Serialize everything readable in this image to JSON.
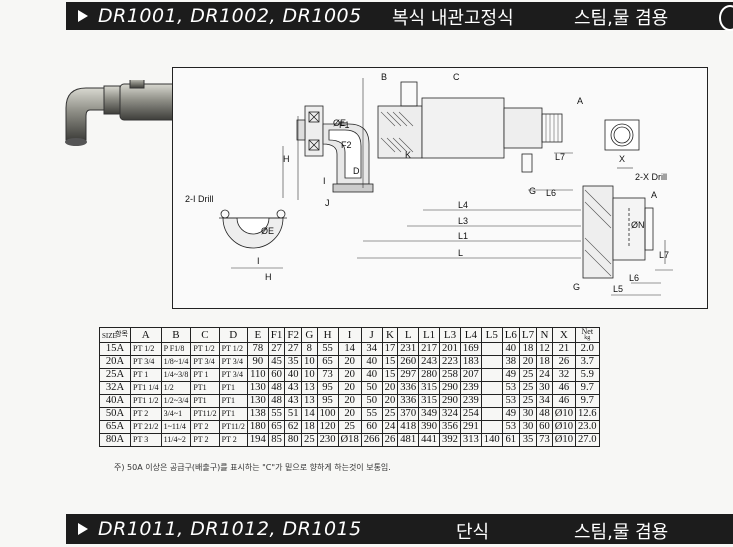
{
  "header": {
    "models": "DR1001, DR1002, DR1005",
    "type": "복식 내관고정식",
    "use": "스팀,물 겸용"
  },
  "footer_band": {
    "models": "DR1011, DR1012, DR1015",
    "type": "단식",
    "use": "스팀,물 겸용"
  },
  "drawing_labels": {
    "B": "B",
    "C": "C",
    "A": "A",
    "F1": "F1",
    "F2": "F2",
    "E": "ØE",
    "H": "H",
    "I": "I",
    "J": "J",
    "K": "K",
    "D": "D",
    "G": "G",
    "L6": "L6",
    "L7": "L7",
    "X": "X",
    "L4": "L4",
    "L3": "L3",
    "L1": "L1",
    "L": "L",
    "L5": "L5",
    "N": "ØN",
    "drill_i": "2-I Drill",
    "drill_x": "2-X Drill"
  },
  "table": {
    "size_label": "SIZE",
    "item_label": "항목",
    "columns": [
      "A",
      "B",
      "C",
      "D",
      "E",
      "F1",
      "F2",
      "G",
      "H",
      "I",
      "J",
      "K",
      "L",
      "L1",
      "L3",
      "L4",
      "L5",
      "L6",
      "L7",
      "N",
      "X"
    ],
    "net_label": "Net",
    "net_unit": "kg",
    "rows": [
      {
        "size": "15A",
        "A": "PT 1/2",
        "B": "P F1/8",
        "C": "PT 1/2",
        "D": "PT 1/2",
        "E": "78",
        "F1": "27",
        "F2": "27",
        "G": "8",
        "H": "55",
        "I": "14",
        "J": "34",
        "K": "17",
        "L": "231",
        "L1": "217",
        "L3": "201",
        "L4": "169",
        "L5": "",
        "L6": "40",
        "L7": "18",
        "N": "12",
        "X": "21",
        "Net": "2.0"
      },
      {
        "size": "20A",
        "A": "PT 3/4",
        "B": "1/8~1/4",
        "C": "PT 3/4",
        "D": "PT 3/4",
        "E": "90",
        "F1": "45",
        "F2": "35",
        "G": "10",
        "H": "65",
        "I": "20",
        "J": "40",
        "K": "15",
        "L": "260",
        "L1": "243",
        "L3": "223",
        "L4": "183",
        "L5": "",
        "L6": "38",
        "L7": "20",
        "N": "18",
        "X": "26",
        "Net": "3.7"
      },
      {
        "size": "25A",
        "A": "PT 1",
        "B": "1/4~3/8",
        "C": "PT 1",
        "D": "PT 3/4",
        "E": "110",
        "F1": "60",
        "F2": "40",
        "G": "10",
        "H": "73",
        "I": "20",
        "J": "40",
        "K": "15",
        "L": "297",
        "L1": "280",
        "L3": "258",
        "L4": "207",
        "L5": "",
        "L6": "49",
        "L7": "25",
        "N": "24",
        "X": "32",
        "Net": "5.9"
      },
      {
        "size": "32A",
        "A": "PT1 1/4",
        "B": "1/2",
        "C": "PT1",
        "D": "PT1",
        "E": "130",
        "F1": "48",
        "F2": "43",
        "G": "13",
        "H": "95",
        "I": "20",
        "J": "50",
        "K": "20",
        "L": "336",
        "L1": "315",
        "L3": "290",
        "L4": "239",
        "L5": "",
        "L6": "53",
        "L7": "25",
        "N": "30",
        "X": "46",
        "Net": "9.7"
      },
      {
        "size": "40A",
        "A": "PT1 1/2",
        "B": "1/2~3/4",
        "C": "PT1",
        "D": "PT1",
        "E": "130",
        "F1": "48",
        "F2": "43",
        "G": "13",
        "H": "95",
        "I": "20",
        "J": "50",
        "K": "20",
        "L": "336",
        "L1": "315",
        "L3": "290",
        "L4": "239",
        "L5": "",
        "L6": "53",
        "L7": "25",
        "N": "34",
        "X": "46",
        "Net": "9.7"
      },
      {
        "size": "50A",
        "A": "PT 2",
        "B": "3/4~1",
        "C": "PT11/2",
        "D": "PT1",
        "E": "138",
        "F1": "55",
        "F2": "51",
        "G": "14",
        "H": "100",
        "I": "20",
        "J": "55",
        "K": "25",
        "L": "370",
        "L1": "349",
        "L3": "324",
        "L4": "254",
        "L5": "",
        "L6": "49",
        "L7": "30",
        "N": "48",
        "X": "Ø10",
        "Net": "12.6"
      },
      {
        "size": "65A",
        "A": "PT 21/2",
        "B": "1~11/4",
        "C": "PT 2",
        "D": "PT11/2",
        "E": "180",
        "F1": "65",
        "F2": "62",
        "G": "18",
        "H": "120",
        "I": "25",
        "J": "60",
        "K": "24",
        "L": "418",
        "L1": "390",
        "L3": "356",
        "L4": "291",
        "L5": "",
        "L6": "53",
        "L7": "30",
        "N": "60",
        "X": "Ø10",
        "Net": "23.0"
      },
      {
        "size": "80A",
        "A": "PT 3",
        "B": "11/4~2",
        "C": "PT 2",
        "D": "PT 2",
        "E": "194",
        "F1": "85",
        "F2": "80",
        "G": "25",
        "H": "230",
        "I": "Ø18",
        "J": "266",
        "K": "26",
        "L": "481",
        "L1": "441",
        "L3": "392",
        "L4": "313",
        "L5": "140",
        "L6": "61",
        "L7": "35",
        "N": "73",
        "X": "Ø10",
        "Net": "27.0"
      }
    ]
  },
  "note": "주) 50A 이상은 공급구(배출구)를 표시하는 \"C\"가 밑으로 향하게 하는것이 보통임."
}
